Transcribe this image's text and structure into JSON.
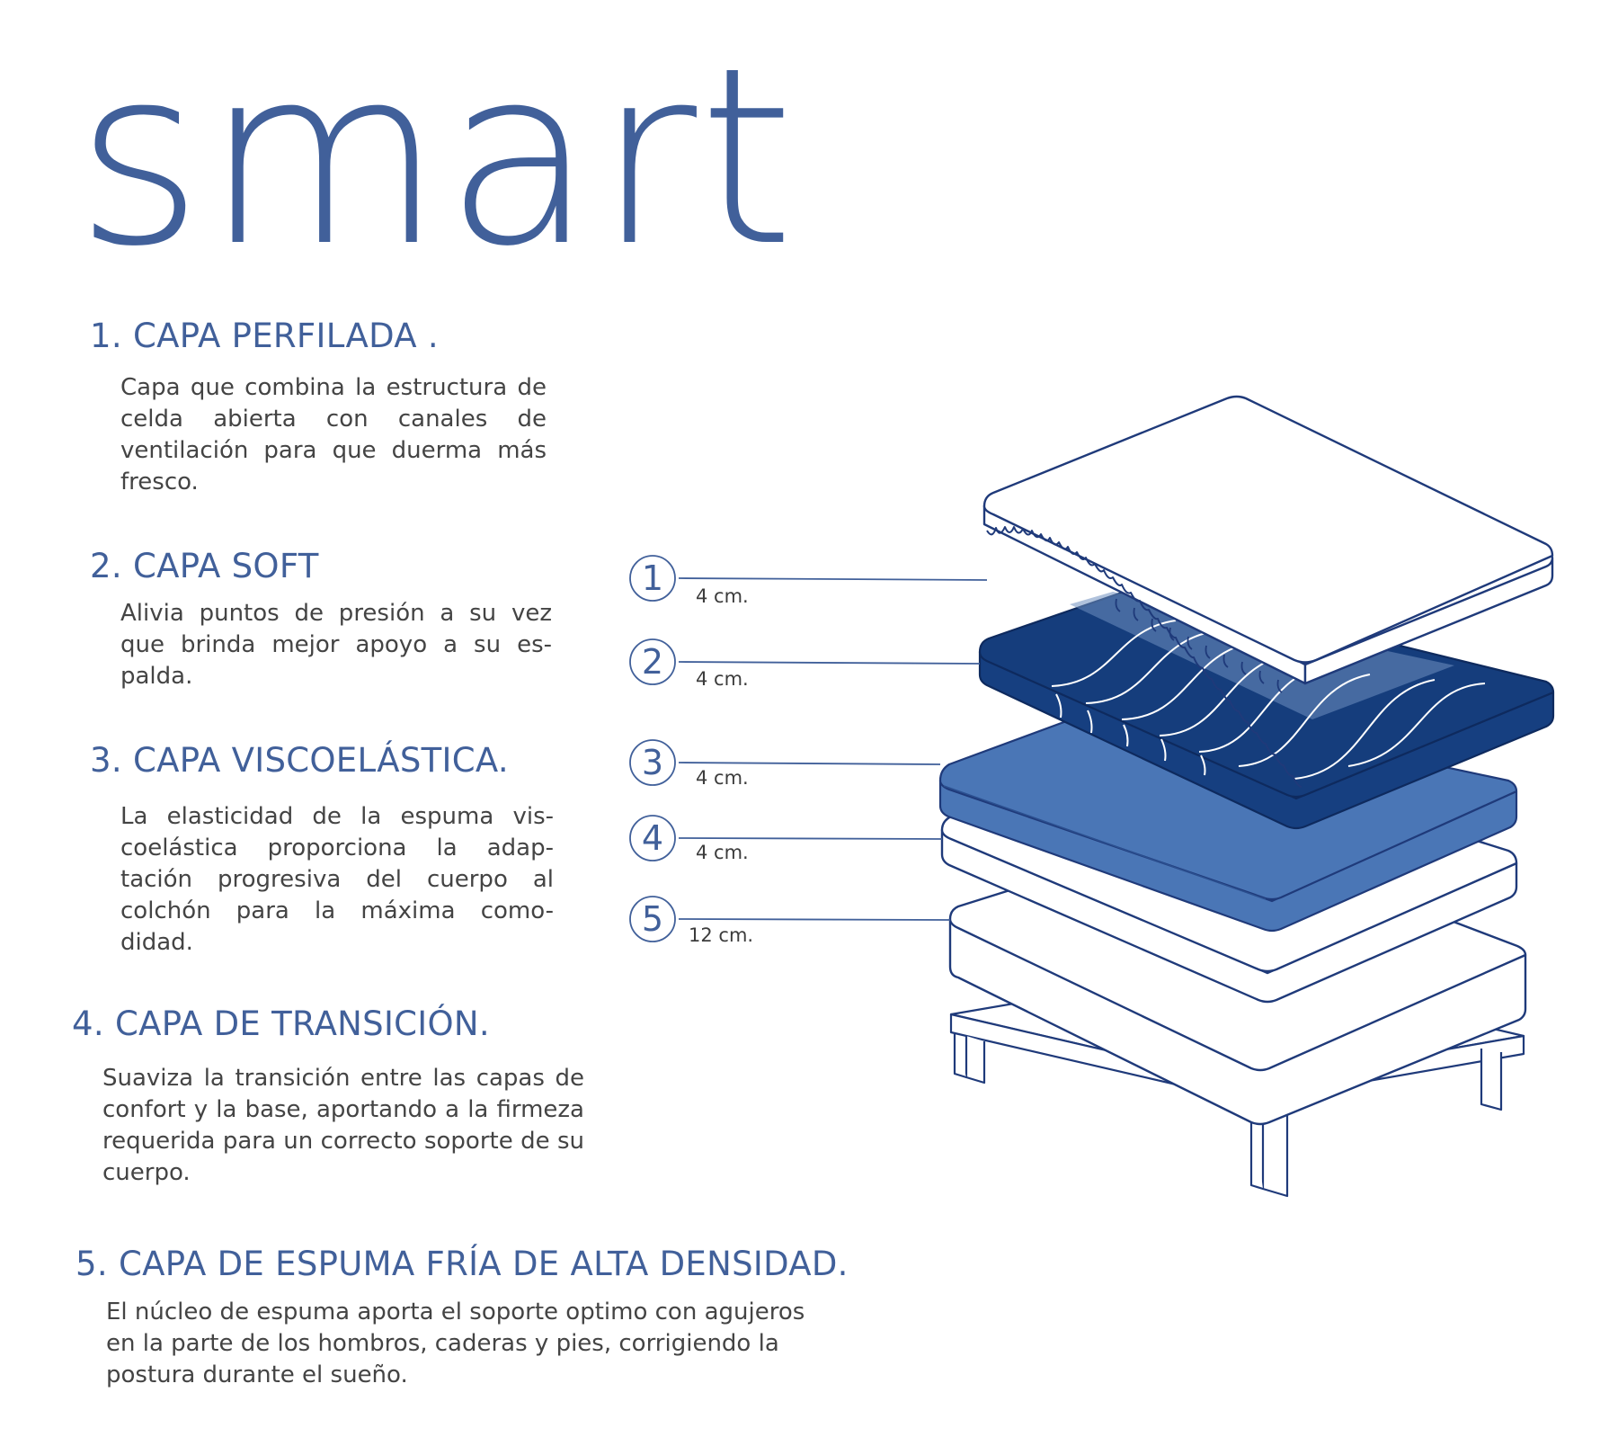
{
  "title": "smart",
  "layers": [
    {
      "heading": "1. CAPA PERFILADA .",
      "description": "Capa que combina la estructura de celda abierta con canales de ventilación para que duerma más fresco.",
      "callout_number": "1",
      "thickness": "4 cm."
    },
    {
      "heading": "2. CAPA SOFT",
      "description": "Alivia puntos de presión a su vez que brinda mejor apoyo a su es-palda.",
      "callout_number": "2",
      "thickness": "4 cm."
    },
    {
      "heading": "3. CAPA VISCOELÁSTICA.",
      "description": "La elasticidad de la espuma vis-coelástica proporciona la adap-tación progresiva del cuerpo al colchón para la máxima como-didad.",
      "callout_number": "3",
      "thickness": "4 cm."
    },
    {
      "heading": "4. CAPA DE TRANSICIÓN.",
      "description": "Suaviza la transición entre las capas de confort y la base, aportando a la firmeza requerida para un correcto soporte de su cuerpo.",
      "callout_number": "4",
      "thickness": "4 cm."
    },
    {
      "heading": "5. CAPA DE ESPUMA FRÍA DE ALTA DENSIDAD.",
      "description": "El núcleo de espuma aporta el soporte optimo con agujeros en la parte de los hombros, caderas y pies, corrigiendo la postura durante el sueño.",
      "callout_number": "5",
      "thickness": "12 cm."
    }
  ],
  "colors": {
    "brand_blue": "#41609a",
    "outline_navy": "#1f3a7a",
    "soft_layer_navy": "#163f80",
    "visco_layer_blue": "#4a76b6",
    "text_gray": "#444444"
  }
}
